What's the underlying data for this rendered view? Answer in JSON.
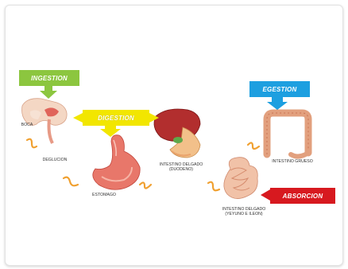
{
  "tags": {
    "ingestion": "INGESTION",
    "digestion": "DIGESTION",
    "egestion": "EGESTION",
    "absorption": "ABSORCION"
  },
  "labels": {
    "mouth": "BOCA",
    "swallowing": "DEGLUCION",
    "stomach": "ESTOMAGO",
    "small_intestine_duodenum": [
      "INTESTINO DELGADO",
      "(DUODENO)"
    ],
    "small_intestine_jejunum_ileum": [
      "INTESTINO DELGADO",
      "(YEYUNO E ILEON)"
    ],
    "large_intestine": "INTESTINO GRUESO"
  },
  "colors": {
    "ingestion": "#8cc63f",
    "digestion": "#f2e600",
    "egestion": "#1d9fe0",
    "absorption": "#d7191f",
    "arrow": "#f0a030"
  }
}
